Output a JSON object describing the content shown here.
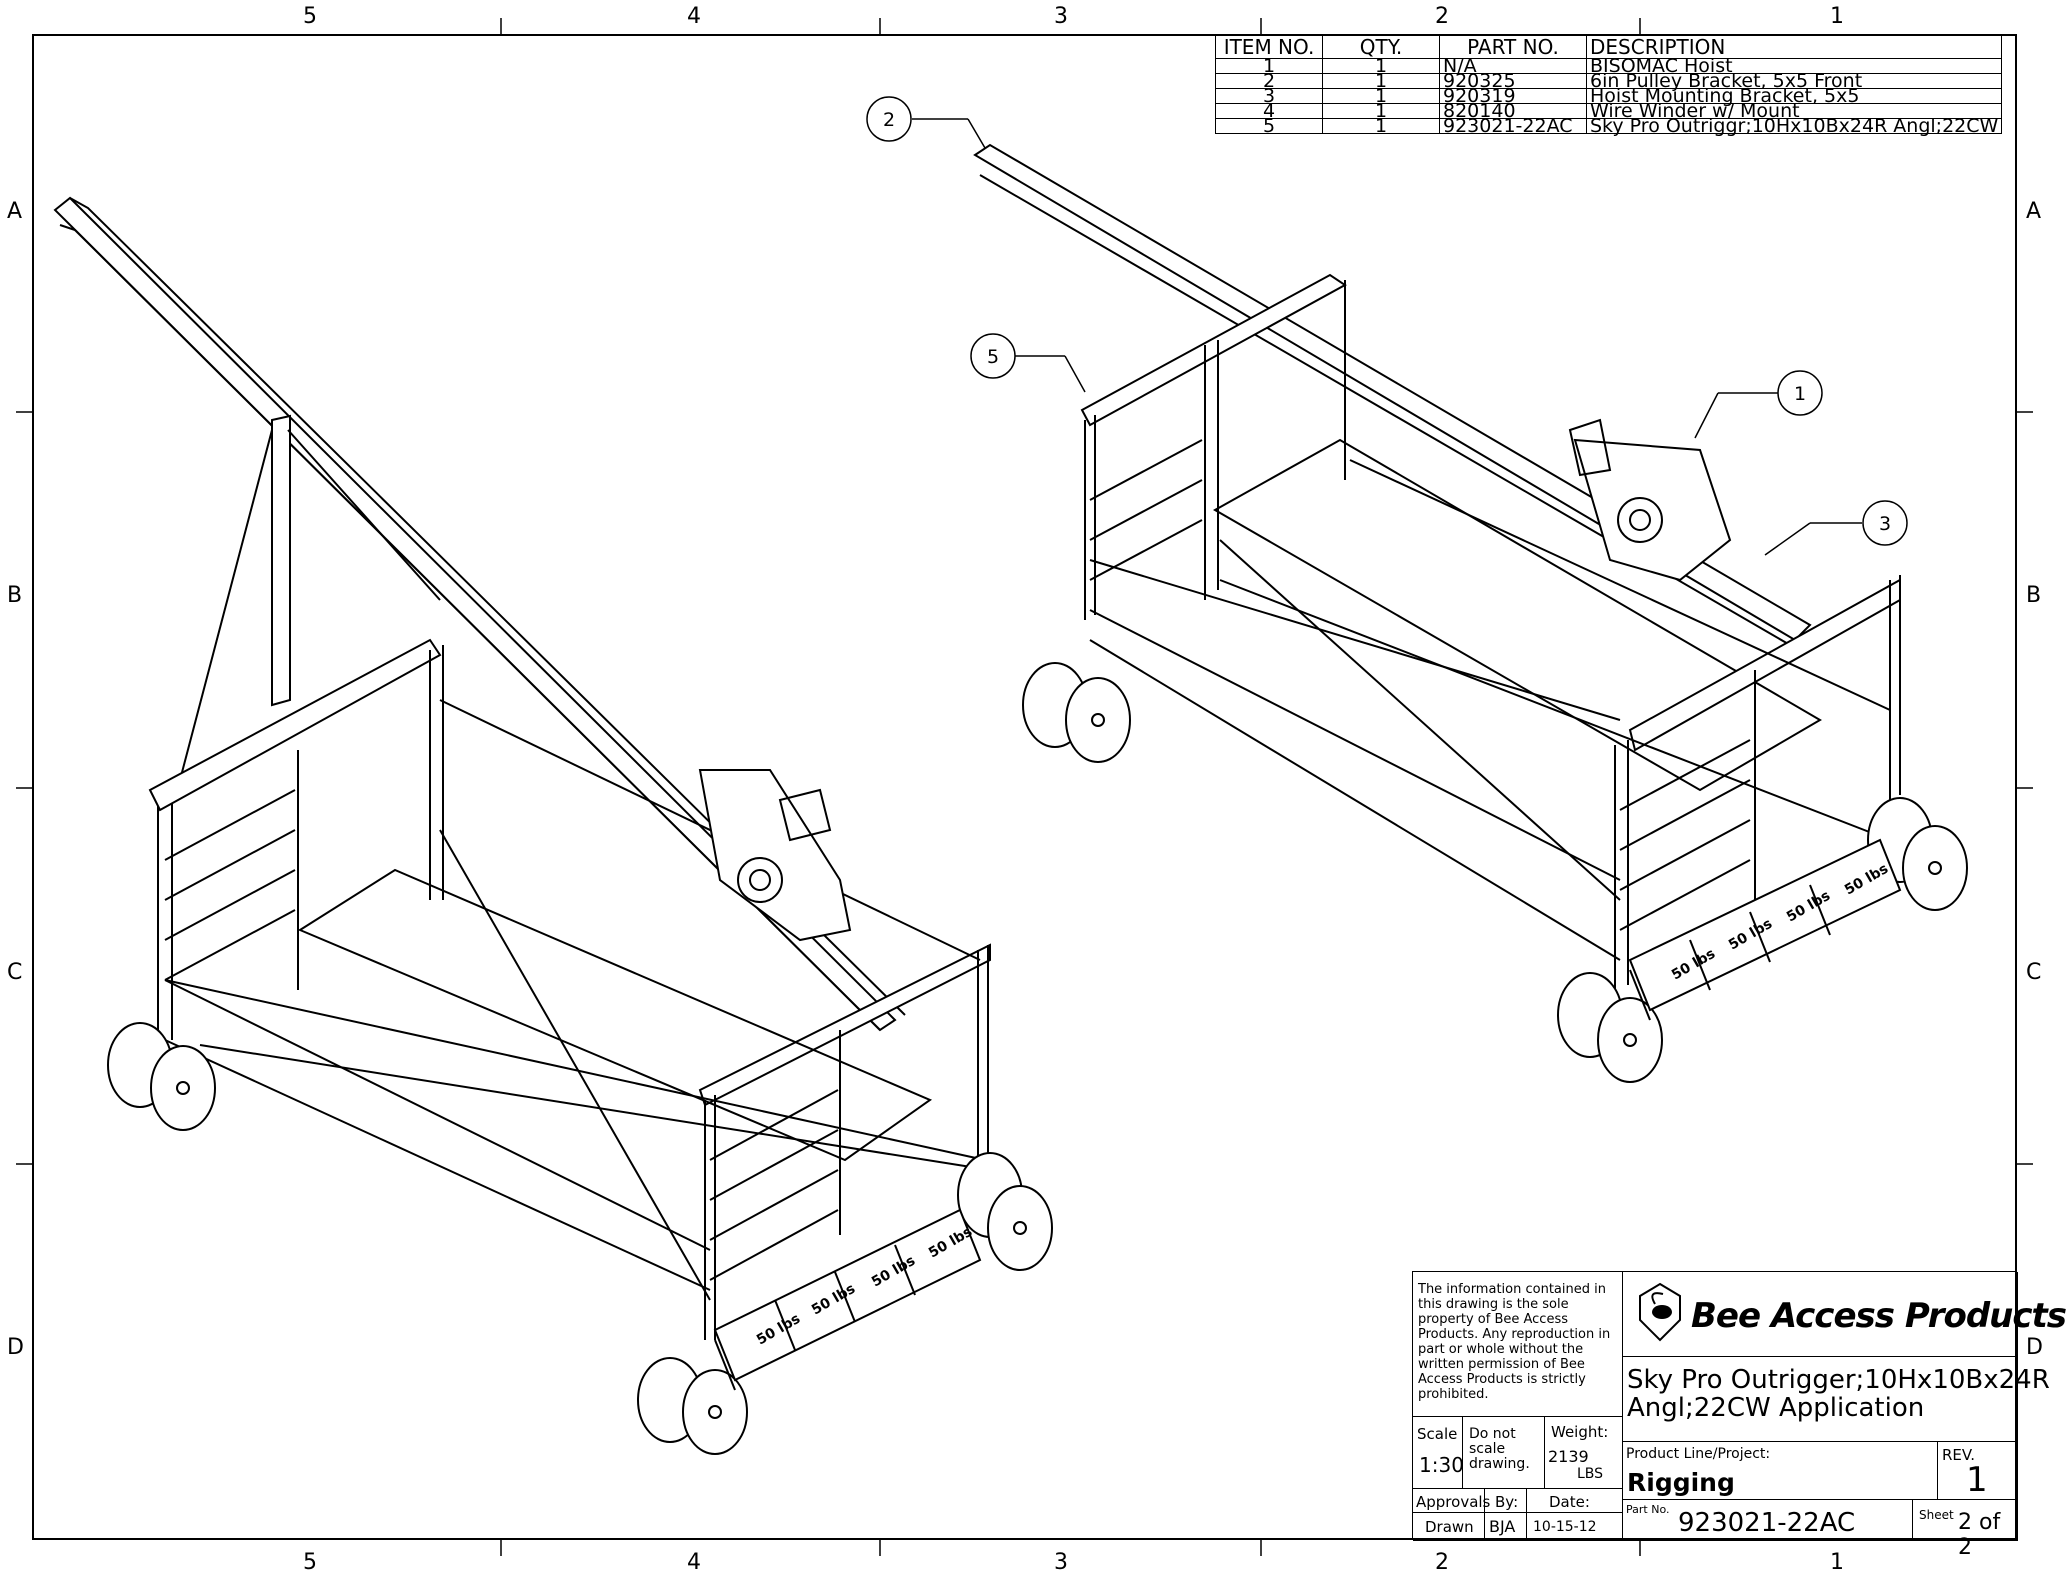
{
  "zones": {
    "columns": [
      "5",
      "4",
      "3",
      "2",
      "1"
    ],
    "rows": [
      "A",
      "B",
      "C",
      "D"
    ]
  },
  "bom": {
    "headers": [
      "ITEM NO.",
      "QTY.",
      "PART NO.",
      "DESCRIPTION"
    ],
    "rows": [
      {
        "item": "1",
        "qty": "1",
        "part": "N/A",
        "desc": "BISOMAC Hoist"
      },
      {
        "item": "2",
        "qty": "1",
        "part": "920325",
        "desc": "6in Pulley Bracket, 5x5 Front"
      },
      {
        "item": "3",
        "qty": "1",
        "part": "920319",
        "desc": "Hoist Mounting Bracket, 5x5"
      },
      {
        "item": "4",
        "qty": "1",
        "part": "820140",
        "desc": "Wire Winder w/ Mount"
      },
      {
        "item": "5",
        "qty": "1",
        "part": "923021-22AC",
        "desc": "Sky Pro Outriggr;10Hx10Bx24R Angl;22CW"
      }
    ]
  },
  "callouts": [
    "1",
    "2",
    "3",
    "5"
  ],
  "weights": {
    "label": "50 lbs"
  },
  "title_block": {
    "notice": "The information contained in this drawing is the sole property of Bee Access Products. Any reproduction in part or whole without the written permission of Bee Access Products is strictly prohibited.",
    "company": "Bee Access Products",
    "drawing_title_line1": "Sky Pro Outrigger;10Hx10Bx24R",
    "drawing_title_line2": "Angl;22CW Application",
    "scale_label": "Scale",
    "scale_value": "1:30",
    "do_not_scale": "Do not scale drawing.",
    "weight_label": "Weight:",
    "weight_value": "2139",
    "weight_unit": "LBS",
    "product_line_label": "Product Line/Project:",
    "product_line": "Rigging",
    "rev_label": "REV.",
    "rev_value": "1",
    "approvals_label": "Approvals",
    "by_label": "By:",
    "date_label": "Date:",
    "drawn_label": "Drawn",
    "drawn_by": "BJA",
    "drawn_date": "10-15-12",
    "part_no_label": "Part No.",
    "part_no": "923021-22AC",
    "sheet_label": "Sheet",
    "sheet_value": "2 of 2"
  }
}
